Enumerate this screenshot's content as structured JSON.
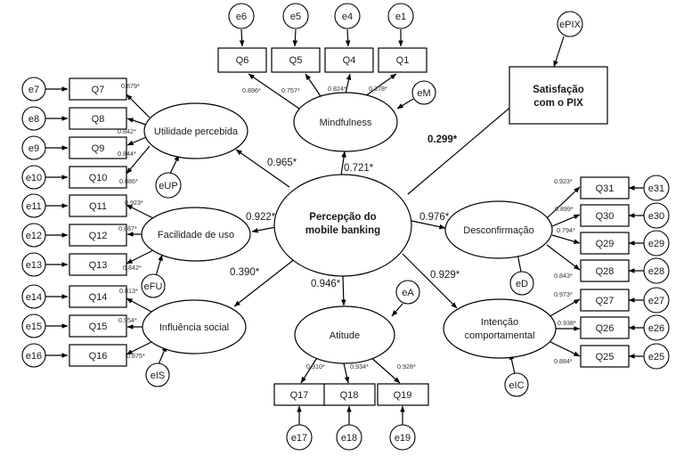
{
  "center": {
    "line1": "Percepção do",
    "line2": "mobile banking"
  },
  "latents": {
    "mindfulness": "Mindfulness",
    "utilidade": "Utilidade percebida",
    "facilidade": "Facilidade de uso",
    "influencia": "Influência social",
    "atitude": "Atitude",
    "desconfirmacao": "Desconfirmação",
    "intencao_line1": "Intenção",
    "intencao_line2": "comportamental"
  },
  "outcome": {
    "line1": "Satisfação",
    "line2": "com o PIX"
  },
  "paths": {
    "mindfulness": "0.721*",
    "utilidade": "0.965*",
    "facilidade": "0.922*",
    "influencia": "0.390*",
    "atitude": "0.946*",
    "desconfirmacao": "0.976*",
    "intencao": "0.929*",
    "pix": "0.299*"
  },
  "disturbances": {
    "mindfulness": "eM",
    "utilidade": "eUP",
    "facilidade": "eFU",
    "influencia": "eIS",
    "atitude": "eA",
    "desconfirmacao": "eD",
    "intencao": "eIC",
    "pix": "ePIX"
  },
  "items": {
    "q1": "Q1",
    "q4": "Q4",
    "q5": "Q5",
    "q6": "Q6",
    "q7": "Q7",
    "q8": "Q8",
    "q9": "Q9",
    "q10": "Q10",
    "q11": "Q11",
    "q12": "Q12",
    "q13": "Q13",
    "q14": "Q14",
    "q15": "Q15",
    "q16": "Q16",
    "q17": "Q17",
    "q18": "Q18",
    "q19": "Q19",
    "q25": "Q25",
    "q26": "Q26",
    "q27": "Q27",
    "q28": "Q28",
    "q29": "Q29",
    "q30": "Q30",
    "q31": "Q31"
  },
  "errors": {
    "e1": "e1",
    "e4": "e4",
    "e5": "e5",
    "e6": "e6",
    "e7": "e7",
    "e8": "e8",
    "e9": "e9",
    "e10": "e10",
    "e11": "e11",
    "e12": "e12",
    "e13": "e13",
    "e14": "e14",
    "e15": "e15",
    "e16": "e16",
    "e17": "e17",
    "e18": "e18",
    "e19": "e19",
    "e25": "e25",
    "e26": "e26",
    "e27": "e27",
    "e28": "e28",
    "e29": "e29",
    "e30": "e30",
    "e31": "e31"
  },
  "loadings": {
    "q1": "0.378*",
    "q4": "0.824*",
    "q5": "0.757*",
    "q6": "0.896*",
    "q7": "0.879*",
    "q8": "0.842*",
    "q9": "0.844*",
    "q10": "0.886*",
    "q11": "0.923*",
    "q12": "0.887*",
    "q13": "0.842*",
    "q14": "0.813*",
    "q15": "0.954*",
    "q16": "0.875*",
    "q17": "0.910*",
    "q18": "0.934*",
    "q19": "0.928*",
    "q25": "0.884*",
    "q26": "0.938*",
    "q27": "0.973*",
    "q28": "0.843*",
    "q29": "0.794*",
    "q30": "0.899*",
    "q31": "0.923*"
  }
}
